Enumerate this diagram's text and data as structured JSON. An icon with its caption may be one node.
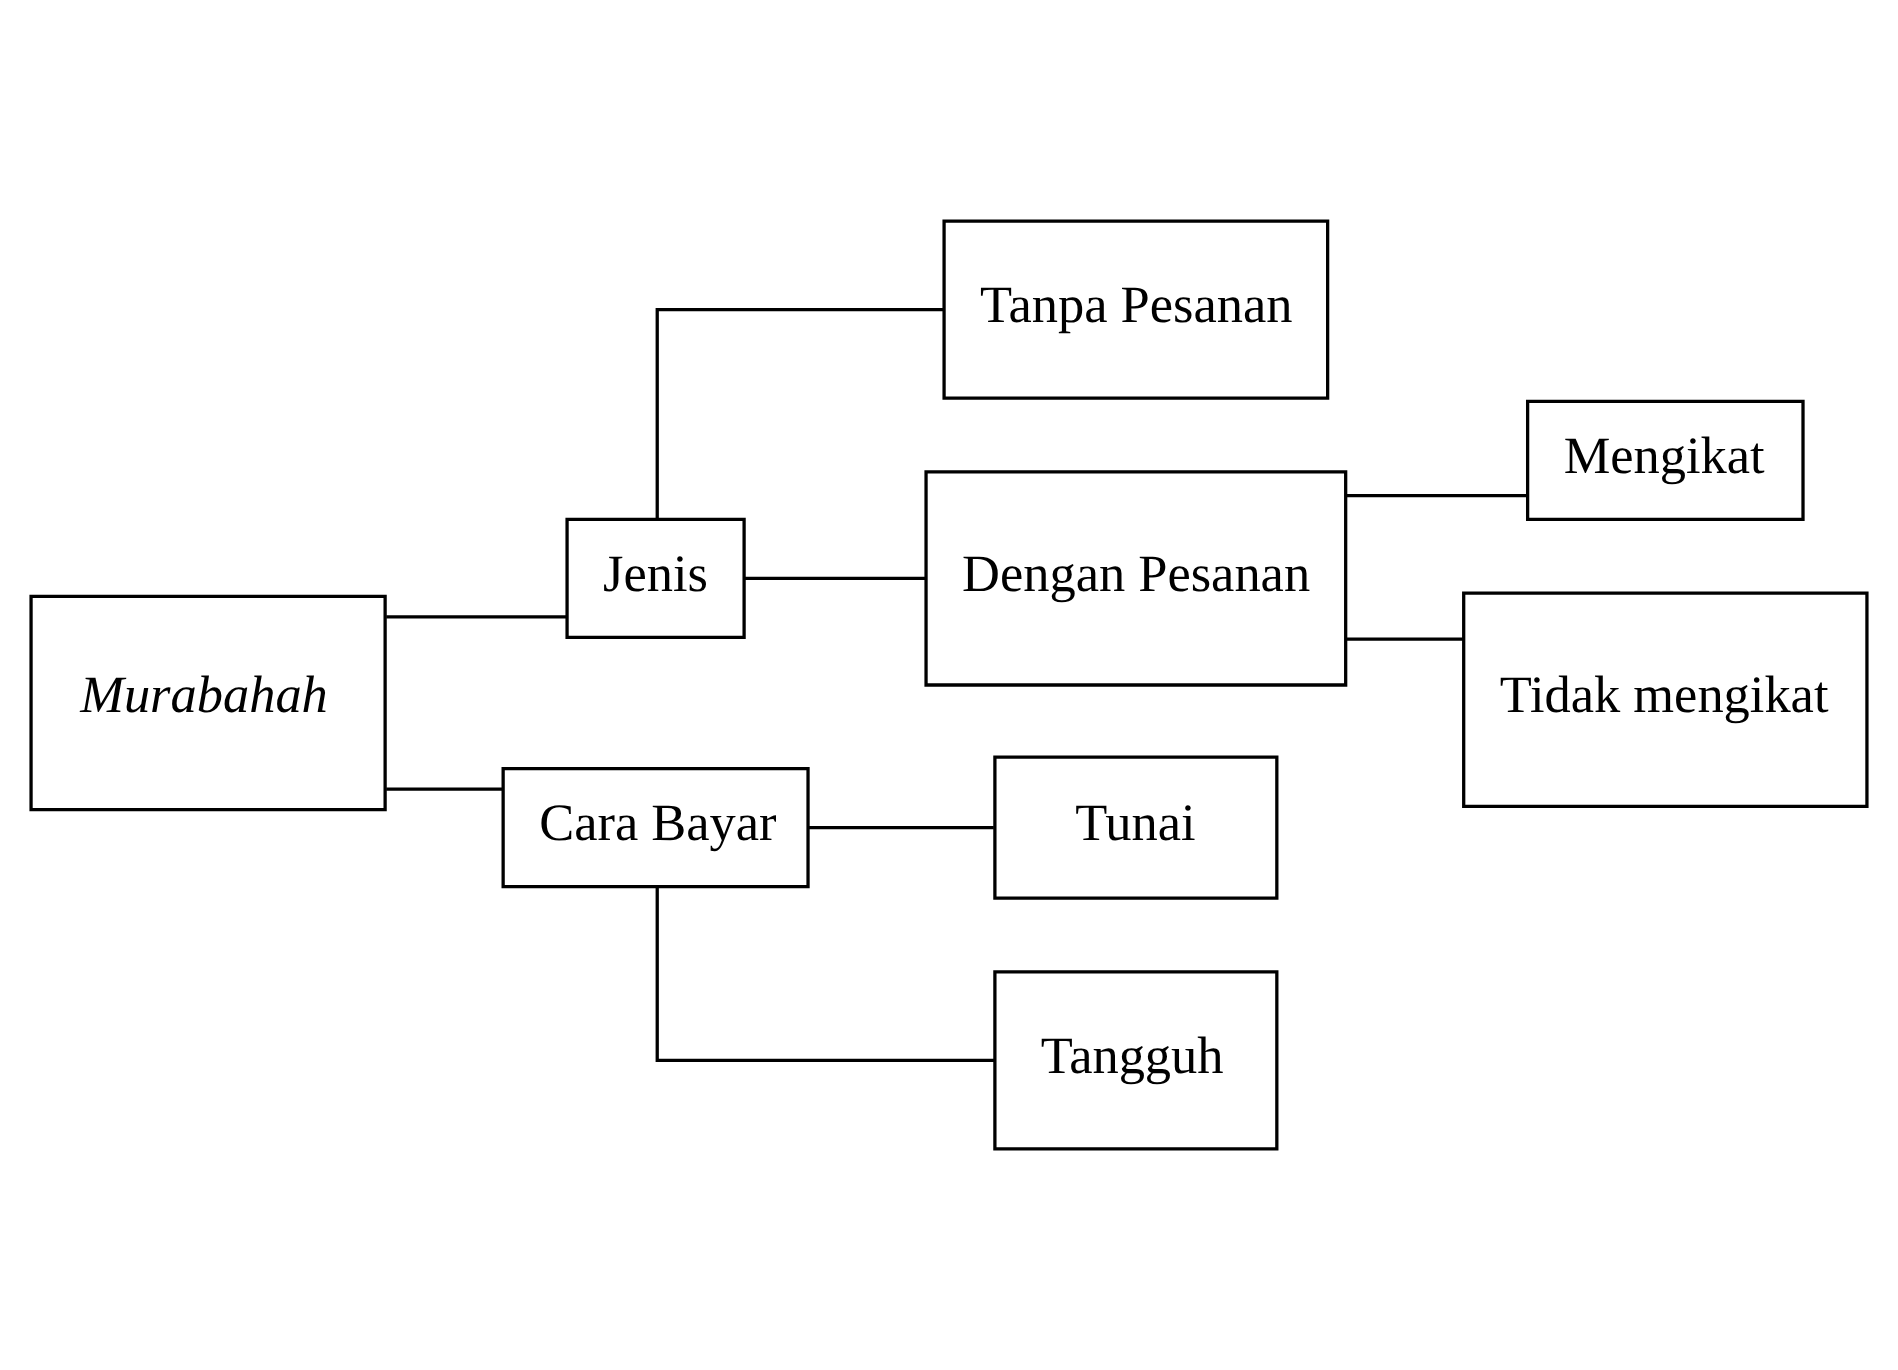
{
  "diagram": {
    "nodes": [
      {
        "text": [
          "Murabahah"
        ]
      },
      {
        "text": [
          "Jenis"
        ]
      },
      {
        "text": [
          "Tanpa Pesanan"
        ]
      },
      {
        "text": [
          "Dengan Pesanan"
        ]
      },
      {
        "text": [
          "Mengikat"
        ]
      },
      {
        "text": [
          "Tidak mengikat"
        ]
      },
      {
        "text": [
          "Cara Bayar"
        ]
      },
      {
        "text": [
          "Tunai"
        ]
      },
      {
        "text": [
          "Tangguh"
        ]
      }
    ],
    "edges": [
      {
        "from": 0,
        "to": 1,
        "arrow": "none"
      },
      {
        "from": 0,
        "to": 6,
        "arrow": "none"
      },
      {
        "from": 1,
        "to": 2,
        "arrow": "none"
      },
      {
        "from": 1,
        "to": 3,
        "arrow": "none"
      },
      {
        "from": 3,
        "to": 4,
        "arrow": "none"
      },
      {
        "from": 3,
        "to": 5,
        "arrow": "none"
      },
      {
        "from": 6,
        "to": 7,
        "arrow": "none"
      },
      {
        "from": 6,
        "to": 8,
        "arrow": "none"
      }
    ]
  }
}
